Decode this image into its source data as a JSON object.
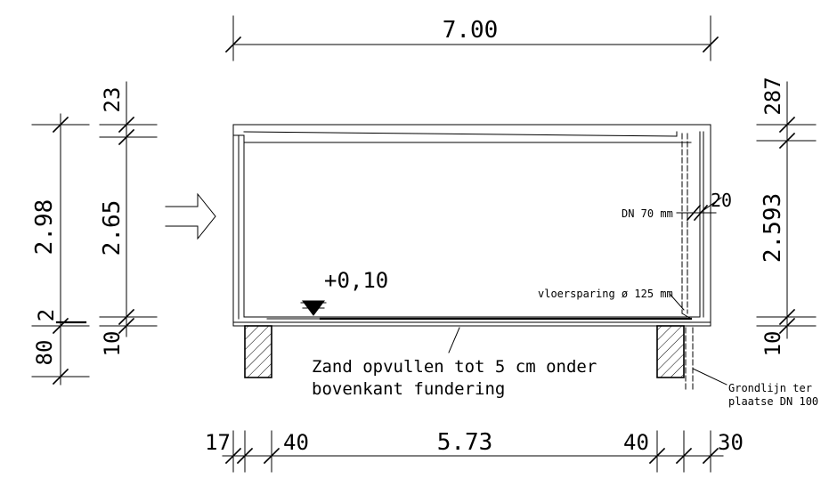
{
  "dimensions": {
    "total_width": "7.00",
    "left_total_height": "2.98",
    "left_foundation": "80",
    "left_small": "2",
    "inner_top": "23",
    "inner_height": "2.65",
    "inner_floor": "10",
    "right_top": "287",
    "right_height": "2.593",
    "right_floor": "10",
    "bottom_left_edge": "17",
    "bottom_left_wall": "40",
    "bottom_span": "5.73",
    "bottom_right_wall": "40",
    "bottom_right_edge": "30",
    "pipe_offset": "20"
  },
  "labels": {
    "level": "+0,10",
    "sand_line1": "Zand opvullen tot 5 cm onder",
    "sand_line2": "bovenkant fundering",
    "pipe": "DN 70 mm",
    "opening": "vloersparing ø 125 mm",
    "ground_line1": "Grondlijn ter",
    "ground_line2": "plaatse DN 100"
  }
}
